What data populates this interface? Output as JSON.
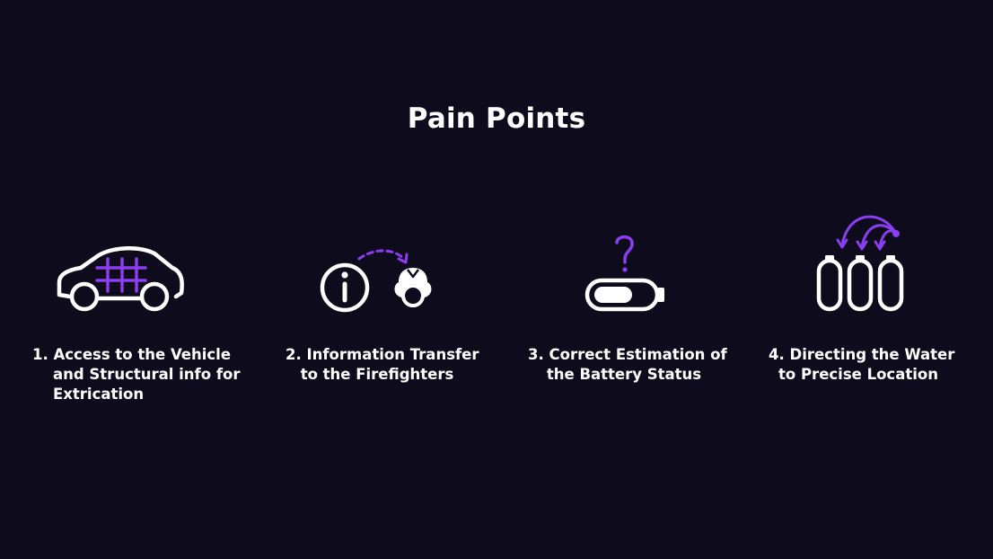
{
  "title": "Pain Points",
  "colors": {
    "background": "#0e0c1c",
    "accent": "#8b3df0",
    "foreground": "#ffffff"
  },
  "items": [
    {
      "icon": "car-grid-icon",
      "label": "1. Access to the Vehicle\n    and Structural info for\n    Extrication"
    },
    {
      "icon": "info-to-firefighter-icon",
      "label": "2. Information Transfer\nto the Firefighters"
    },
    {
      "icon": "battery-question-icon",
      "label": "3. Correct Estimation of\nthe Battery Status"
    },
    {
      "icon": "water-cells-icon",
      "label": "4. Directing the Water\nto Precise Location"
    }
  ]
}
